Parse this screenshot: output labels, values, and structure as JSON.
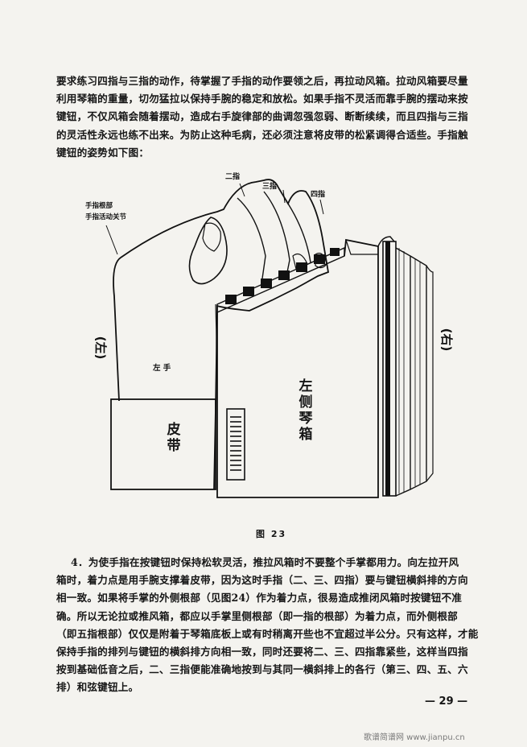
{
  "page": {
    "paragraph1": [
      "要求练习四指与三指的动作，待掌握了手指的动作要领之后，再拉动风箱。拉动风箱要尽量",
      "利用琴箱的重量，切勿猛拉以保持手腕的稳定和放松。如果手指不灵活而靠手腕的摆动来按",
      "键钮，不仅风箱会随着摆动，造成右手旋律部的曲调忽强忽弱、断断续续，而且四指与三指",
      "的灵活性永远也练不出来。为防止这种毛病，还必须注意将皮带的松紧调得合适些。手指触",
      "键钮的姿势如下图："
    ],
    "figure": {
      "label_finger2": "二指",
      "label_finger3": "三指",
      "label_finger4": "四指",
      "label_root_line1": "手指根部",
      "label_root_line2": "手指活动关节",
      "label_left_side": "(左)",
      "label_right_side": "(右)",
      "label_left_hand": "左  手",
      "label_strap": "皮带",
      "label_bass_box": "左侧琴箱",
      "caption": "图  23"
    },
    "paragraph2": [
      "4．为使手指在按键钮时保持松软灵活，推拉风箱时不要整个手掌都用力。向左拉开风",
      "箱时，着力点是用手腕支撑着皮带，因为这时手指（二、三、四指）要与键钮横斜排的方向",
      "相一致。如果将手掌的外侧根部（见图24）作为着力点，很易造成推闭风箱时按键钮不准",
      "确。所以无论拉或推风箱，都应以手掌里侧根部（即一指的根部）为着力点，而外侧根部",
      "（即五指根部）仅仅是附着于琴箱底板上或有时稍离开些也不宜超过半公分。只有这样，才能",
      "保持手指的排列与键钮的横斜排方向相一致，同时还要将二、三、四指靠紧些，这样当四指",
      "按到基础低音之后，二、三指便能准确地按到与其同一横斜排上的各行（第三、四、五、六",
      "排）和弦键钮上。"
    ],
    "page_number": "— 29 —",
    "watermark": "歌谱简谱网 www.jianpu.cn"
  }
}
